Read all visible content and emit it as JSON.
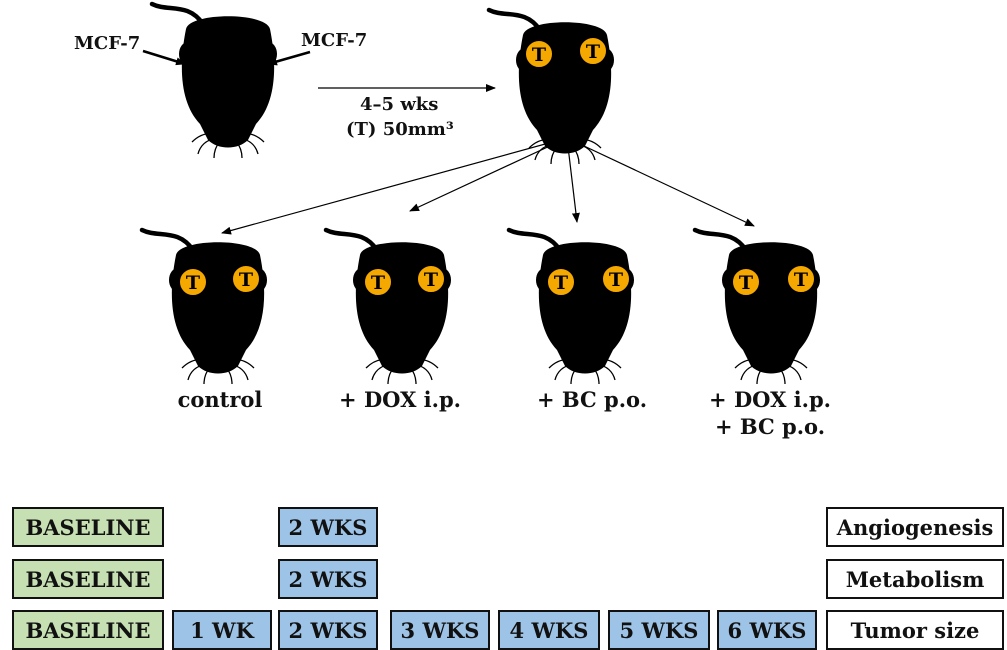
{
  "injection": {
    "label_left": "MCF-7",
    "label_right": "MCF-7"
  },
  "growth": {
    "duration": "4–5 wks",
    "tumor_volume": "(T) 50mm³"
  },
  "tumor_marker": "T",
  "groups": [
    "control",
    "+ DOX i.p.",
    "+ BC p.o.",
    "+ DOX i.p.",
    "+ BC p.o."
  ],
  "timeline": {
    "rows": [
      {
        "baseline": "BASELINE",
        "cells": [
          "",
          "2 WKS",
          "",
          "",
          "",
          ""
        ],
        "measure": "Angiogenesis"
      },
      {
        "baseline": "BASELINE",
        "cells": [
          "",
          "2 WKS",
          "",
          "",
          "",
          ""
        ],
        "measure": "Metabolism"
      },
      {
        "baseline": "BASELINE",
        "cells": [
          "1 WK",
          "2 WKS",
          "3 WKS",
          "4 WKS",
          "5 WKS",
          "6 WKS"
        ],
        "measure": "Tumor size"
      }
    ]
  },
  "colors": {
    "tumor": "#f5a800",
    "baseline": "#c6e0b4",
    "week": "#9dc3e6",
    "mouse": "#000000"
  }
}
